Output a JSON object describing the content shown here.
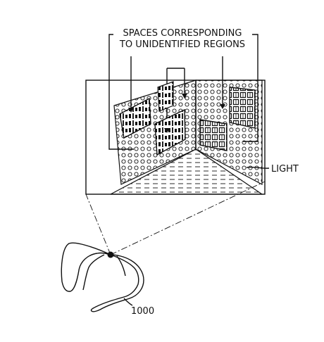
{
  "labels": {
    "heading_line1": "SPACES CORRESPONDING",
    "heading_line2": "TO UNIDENTIFIED REGIONS",
    "light": "LIGHT",
    "device_ref": "1000"
  },
  "colors": {
    "ink": "#111111",
    "paper": "#ffffff"
  }
}
